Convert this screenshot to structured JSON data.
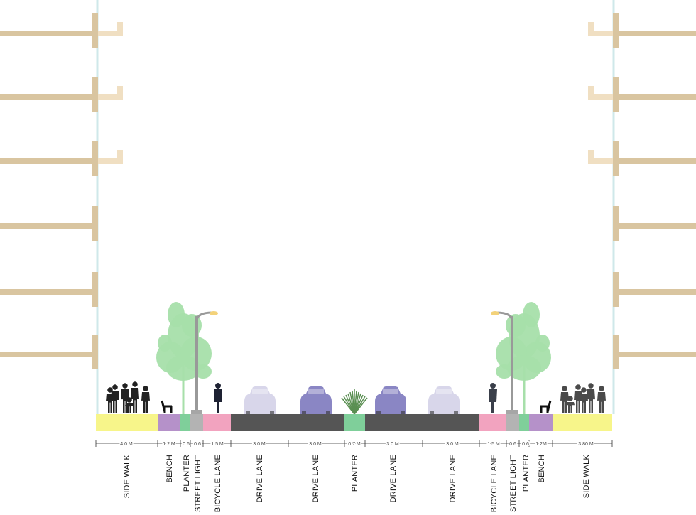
{
  "colors": {
    "sidewalk": "#f7f58a",
    "bench": "#b591c9",
    "planter": "#7fcf9a",
    "street_light": "#b3b3b3",
    "bicycle_lane": "#f2a3bf",
    "drive_lane": "#555555",
    "building_floor": "#d9c5a0",
    "balcony": "#f0dfc2",
    "facade_glass": "#cfe8ea",
    "tree": "#a7dfaa",
    "car_light": "#d8d6ea",
    "car_dark": "#8a86c4",
    "pedestrian": "#222222"
  },
  "strips": [
    {
      "label": "SIDE WALK",
      "dim": "4.0 M",
      "color": "sidewalk"
    },
    {
      "label": "BENCH",
      "dim": "1.2 M",
      "color": "bench"
    },
    {
      "label": "PLANTER",
      "dim": "0.6",
      "color": "planter"
    },
    {
      "label": "STREET LIGHT",
      "dim": "0.6",
      "color": "street_light"
    },
    {
      "label": "BICYCLE LANE",
      "dim": "1.5 M",
      "color": "bicycle_lane"
    },
    {
      "label": "DRIVE LANE",
      "dim": "3.0 M",
      "color": "drive_lane"
    },
    {
      "label": "DRIVE LANE",
      "dim": "3.0 M",
      "color": "drive_lane"
    },
    {
      "label": "PLANTER",
      "dim": "0.7 M",
      "color": "planter"
    },
    {
      "label": "DRIVE LANE",
      "dim": "3.0 M",
      "color": "drive_lane"
    },
    {
      "label": "DRIVE LANE",
      "dim": "3.0 M",
      "color": "drive_lane"
    },
    {
      "label": "BICYCLE LANE",
      "dim": "1.5 M",
      "color": "bicycle_lane"
    },
    {
      "label": "STREET LIGHT",
      "dim": "0.6",
      "color": "street_light"
    },
    {
      "label": "PLANTER",
      "dim": "0.6",
      "color": "planter"
    },
    {
      "label": "BENCH",
      "dim": "1.2M",
      "color": "bench"
    },
    {
      "label": "SIDE WALK",
      "dim": "3.80 M",
      "color": "sidewalk"
    }
  ],
  "cars": [
    "car_light",
    "car_dark",
    "car_dark",
    "car_light"
  ],
  "building_floors": 6
}
